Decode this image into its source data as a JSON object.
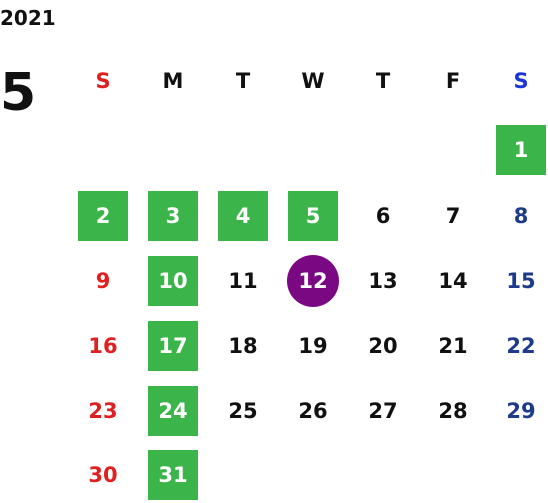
{
  "calendar": {
    "year": "2021",
    "month": "5",
    "weekdays": [
      "S",
      "M",
      "T",
      "W",
      "T",
      "F",
      "S"
    ],
    "days": [
      "1",
      "2",
      "3",
      "4",
      "5",
      "6",
      "7",
      "8",
      "9",
      "10",
      "11",
      "12",
      "13",
      "14",
      "15",
      "16",
      "17",
      "18",
      "19",
      "20",
      "21",
      "22",
      "23",
      "24",
      "25",
      "26",
      "27",
      "28",
      "29",
      "30",
      "31"
    ],
    "holiday_days": [
      "1",
      "2",
      "3",
      "4",
      "5",
      "10",
      "17",
      "24",
      "31"
    ],
    "today": "12",
    "colors": {
      "sunday": "#e02020",
      "saturday": "#1e3a8a",
      "saturday_header": "#1a35d8",
      "weekday": "#111111",
      "holiday_bg": "#3bb54a",
      "today_bg": "#7a0882"
    }
  }
}
